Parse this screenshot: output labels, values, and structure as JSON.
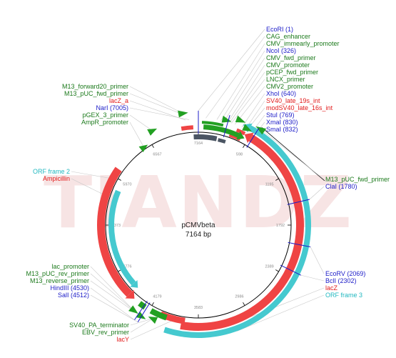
{
  "plasmid": {
    "name": "pCMVbeta",
    "size_label": "7164 bp"
  },
  "watermark": "TIANDZ",
  "colors": {
    "cds": "#ef4444",
    "misc": "#4b5563",
    "primer": "#22a022",
    "promoter": "#22a022",
    "orf": "#45c9cf",
    "site": "#1c1cc8",
    "backbone": "#000000",
    "leader": "#c8c8c8"
  },
  "ticks": [
    "7164",
    "598",
    "1195",
    "1792",
    "2389",
    "2986",
    "3583",
    "4179",
    "4776",
    "5373",
    "5970",
    "6567"
  ],
  "labels_top_right": [
    {
      "text": "EcoRI (1)",
      "color": "#1c1cc8"
    },
    {
      "text": "CAG_enhancer",
      "color": "#1c7a1c"
    },
    {
      "text": "CMV_immearly_promoter",
      "color": "#1c7a1c"
    },
    {
      "text": "NcoI (326)",
      "color": "#1c1cc8"
    },
    {
      "text": "CMV_fwd_primer",
      "color": "#1c7a1c"
    },
    {
      "text": "CMV_promoter",
      "color": "#1c7a1c"
    },
    {
      "text": "pCEP_fwd_primer",
      "color": "#1c7a1c"
    },
    {
      "text": "LNCX_primer",
      "color": "#1c7a1c"
    },
    {
      "text": "CMV2_promoter",
      "color": "#1c7a1c"
    },
    {
      "text": "XhoI (640)",
      "color": "#1c1cc8"
    },
    {
      "text": "SV40_late_19s_int",
      "color": "#e21a1a"
    },
    {
      "text": "modSV40_late_16s_int",
      "color": "#e21a1a"
    },
    {
      "text": "StuI (769)",
      "color": "#1c1cc8"
    },
    {
      "text": "XmaI (830)",
      "color": "#1c1cc8"
    },
    {
      "text": "SmaI (832)",
      "color": "#1c1cc8"
    }
  ],
  "labels_top_left": [
    {
      "text": "M13_forward20_primer",
      "color": "#1c7a1c"
    },
    {
      "text": "M13_pUC_fwd_primer",
      "color": "#1c7a1c"
    },
    {
      "text": "lacZ_a",
      "color": "#e21a1a"
    },
    {
      "text": "NarI (7005)",
      "color": "#1c1cc8"
    },
    {
      "text": "pGEX_3_primer",
      "color": "#1c7a1c"
    },
    {
      "text": "AmpR_promoter",
      "color": "#1c7a1c"
    }
  ],
  "labels_left_mid": [
    {
      "text": "ORF frame 2",
      "color": "#22b8c0"
    },
    {
      "text": "Ampicillin",
      "color": "#e21a1a"
    }
  ],
  "labels_right_mid": [
    {
      "text": "M13_pUC_fwd_primer",
      "color": "#1c7a1c"
    },
    {
      "text": "ClaI (1780)",
      "color": "#1c1cc8"
    }
  ],
  "labels_bottom_left": [
    {
      "text": "lac_promoter",
      "color": "#1c7a1c"
    },
    {
      "text": "M13_pUC_rev_primer",
      "color": "#1c7a1c"
    },
    {
      "text": "M13_reverse_primer",
      "color": "#1c7a1c"
    },
    {
      "text": "HindIII (4530)",
      "color": "#1c1cc8"
    },
    {
      "text": "SalI (4512)",
      "color": "#1c1cc8"
    }
  ],
  "labels_bottom_right": [
    {
      "text": "EcoRV (2069)",
      "color": "#1c1cc8"
    },
    {
      "text": "BclI (2302)",
      "color": "#1c1cc8"
    },
    {
      "text": "lacZ",
      "color": "#e21a1a"
    },
    {
      "text": "ORF frame 3",
      "color": "#22b8c0"
    }
  ],
  "labels_bottom": [
    {
      "text": "SV40_PA_terminator",
      "color": "#1c7a1c"
    },
    {
      "text": "EBV_rev_primer",
      "color": "#1c7a1c"
    },
    {
      "text": "lacY",
      "color": "#e21a1a"
    }
  ]
}
